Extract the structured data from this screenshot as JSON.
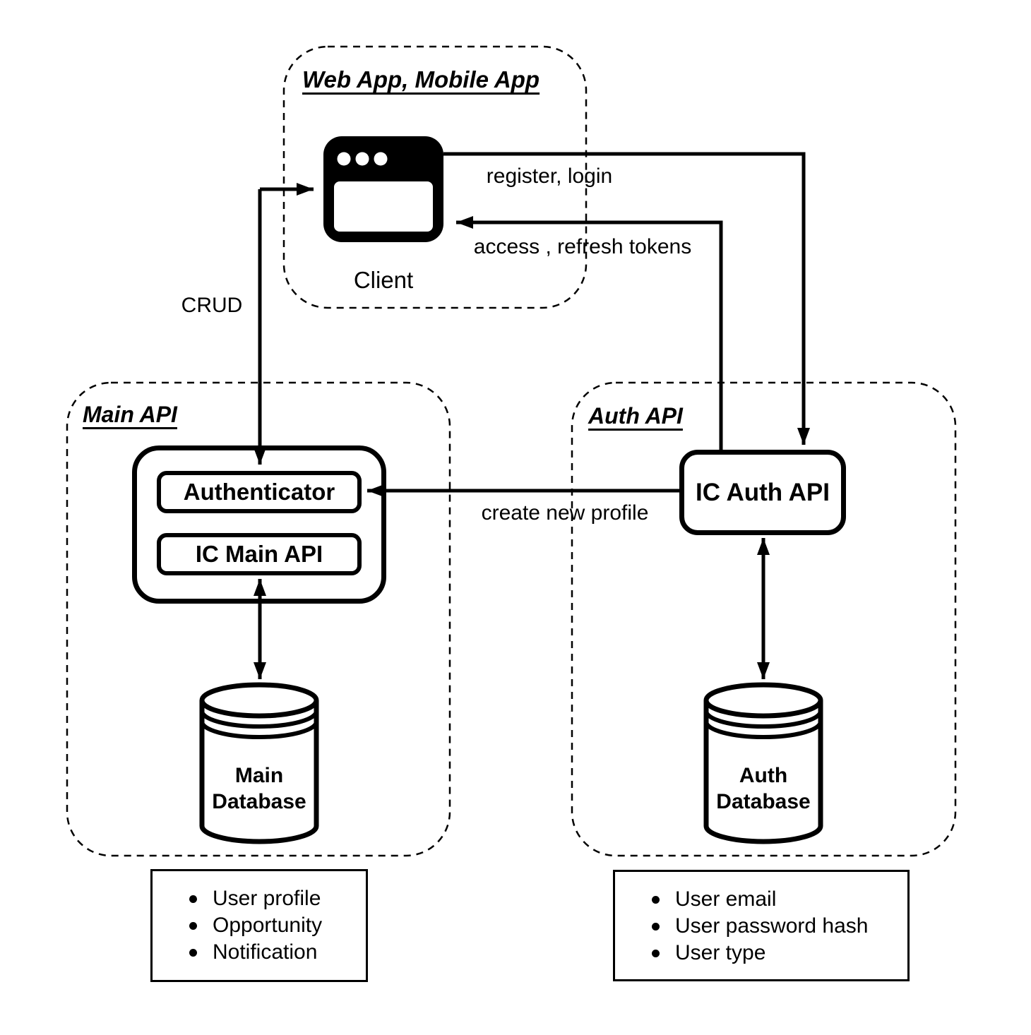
{
  "colors": {
    "stroke": "#000000",
    "background": "#ffffff"
  },
  "webapp_group": {
    "title": "Web App, Mobile App",
    "client_label": "Client"
  },
  "main_api_group": {
    "title": "Main API",
    "authenticator_label": "Authenticator",
    "ic_main_api_label": "IC Main API",
    "database_label_line1": "Main",
    "database_label_line2": "Database",
    "entities": {
      "items": [
        "User profile",
        "Opportunity",
        "Notification"
      ]
    }
  },
  "auth_api_group": {
    "title": "Auth API",
    "ic_auth_api_label": "IC Auth API",
    "database_label_line1": "Auth",
    "database_label_line2": "Database",
    "entities": {
      "items": [
        "User email",
        "User password hash",
        "User type"
      ]
    }
  },
  "edges": {
    "crud_label": "CRUD",
    "register_login_label": "register, login",
    "access_refresh_label": "access , refresh tokens",
    "create_new_profile_label": "create new profile"
  }
}
